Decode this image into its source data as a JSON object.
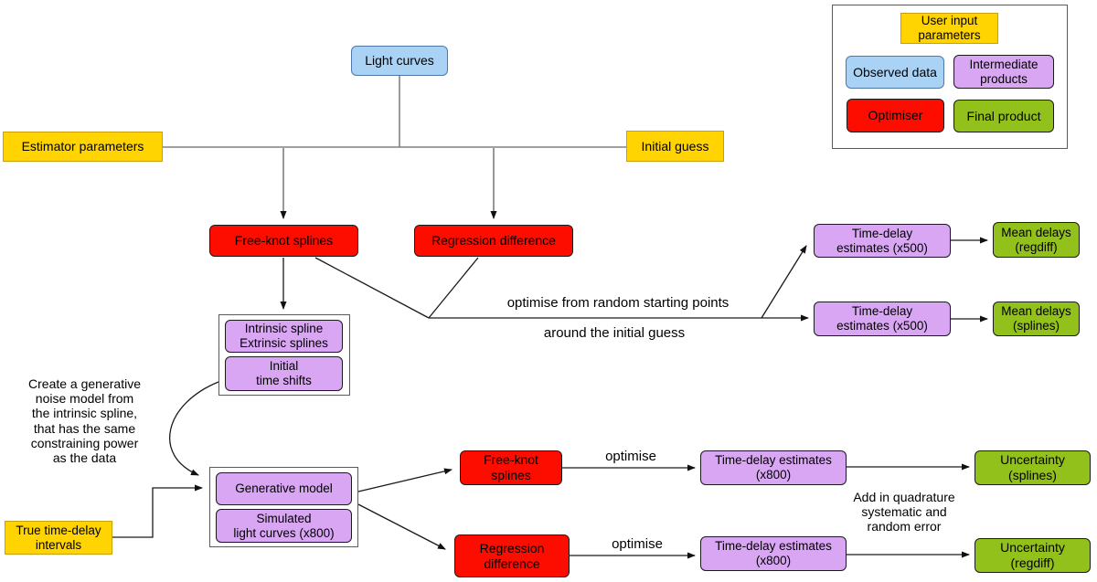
{
  "colors": {
    "yellow": "#FFD400",
    "blue": "#A9D2F4",
    "purple": "#D8A6F2",
    "red": "#FC0D00",
    "green": "#93C11C"
  },
  "legend": {
    "title": "User input\nparameters",
    "observed": "Observed data",
    "intermediate": "Intermediate\nproducts",
    "optimiser": "Optimiser",
    "final": "Final product"
  },
  "nodes": {
    "light_curves": "Light curves",
    "estimator_parameters": "Estimator parameters",
    "initial_guess": "Initial guess",
    "free_knot_splines_top": "Free-knot splines",
    "regression_difference_top": "Regression difference",
    "intrinsic_extrinsic": "Intrinsic spline\nExtrinsic splines",
    "initial_time_shifts": "Initial\ntime shifts",
    "tde_500_regdiff": "Time-delay\nestimates (x500)",
    "tde_500_splines": "Time-delay\nestimates (x500)",
    "mean_delays_regdiff": "Mean delays\n(regdiff)",
    "mean_delays_splines": "Mean delays\n(splines)",
    "true_time_delay": "True time-delay\nintervals",
    "generative_model": "Generative model",
    "simulated_light_curves": "Simulated\nlight curves (x800)",
    "free_knot_splines_bottom": "Free-knot\nsplines",
    "regression_difference_bottom": "Regression\ndifference",
    "tde_800_splines": "Time-delay estimates\n(x800)",
    "tde_800_regdiff": "Time-delay estimates\n(x800)",
    "uncertainty_splines": "Uncertainty\n(splines)",
    "uncertainty_regdiff": "Uncertainty\n(regdiff)"
  },
  "annotations": {
    "optimise_random": "optimise from random starting points",
    "around_guess": "around the initial guess",
    "create_generative": "Create a generative\nnoise model from\nthe intrinsic spline,\nthat has the same\nconstraining power\nas the data",
    "optimise_splines": "optimise",
    "optimise_regdiff": "optimise",
    "add_quadrature": "Add in quadrature\nsystematic and\nrandom error"
  }
}
